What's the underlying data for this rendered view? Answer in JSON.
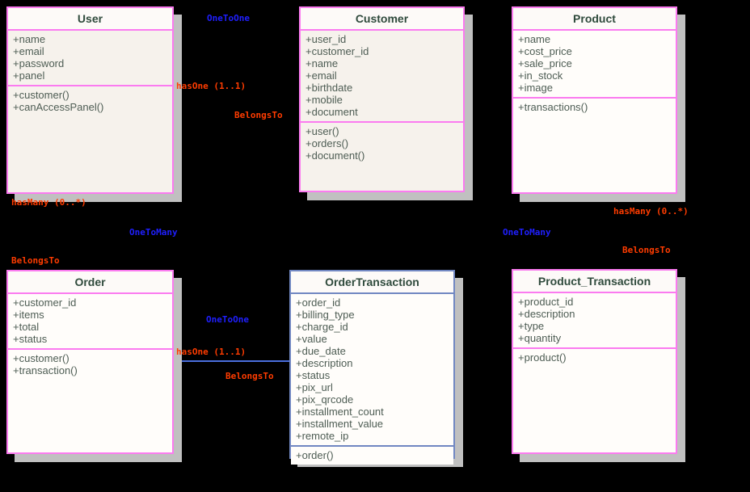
{
  "diagram": {
    "colors": {
      "background": "#000000",
      "pink_border": "#fb7bf0",
      "blue_border": "#7187c2",
      "shadow": "#c0c0c0",
      "title_text": "#2f4a3c",
      "member_text": "#4e5d54",
      "label_blue": "#1f1fff",
      "label_red": "#ff3c00",
      "arrow_blue": "#4a6edd",
      "arrow_black": "#000000"
    },
    "classes": [
      {
        "name": "User",
        "attributes": [
          "+name",
          "+email",
          "+password",
          "+panel"
        ],
        "methods": [
          "+customer()",
          "+canAccessPanel()"
        ]
      },
      {
        "name": "Customer",
        "attributes": [
          "+user_id",
          "+customer_id",
          "+name",
          "+email",
          "+birthdate",
          "+mobile",
          "+document"
        ],
        "methods": [
          "+user()",
          "+orders()",
          "+document()"
        ]
      },
      {
        "name": "Product",
        "attributes": [
          "+name",
          "+cost_price",
          "+sale_price",
          "+in_stock",
          "+image"
        ],
        "methods": [
          "+transactions()"
        ]
      },
      {
        "name": "Order",
        "attributes": [
          "+customer_id",
          "+items",
          "+total",
          "+status"
        ],
        "methods": [
          "+customer()",
          "+transaction()"
        ]
      },
      {
        "name": "OrderTransaction",
        "attributes": [
          "+order_id",
          "+billing_type",
          "+charge_id",
          "+value",
          "+due_date",
          "+description",
          "+status",
          "+pix_url",
          "+pix_qrcode",
          "+installment_count",
          "+installment_value",
          "+remote_ip"
        ],
        "methods": [
          "+order()"
        ]
      },
      {
        "name": "Product_Transaction",
        "attributes": [
          "+product_id",
          "+description",
          "+type",
          "+quantity"
        ],
        "methods": [
          "+product()"
        ]
      }
    ],
    "relationship_labels": [
      {
        "text": "OneToOne"
      },
      {
        "text": "hasOne (1..1)"
      },
      {
        "text": "BelongsTo"
      },
      {
        "text": "hasMany (0..*)"
      },
      {
        "text": "OneToMany"
      },
      {
        "text": "BelongsTo"
      },
      {
        "text": "hasMany (0..*)"
      },
      {
        "text": "OneToMany"
      },
      {
        "text": "BelongsTo"
      },
      {
        "text": "OneToOne"
      },
      {
        "text": "hasOne (1..1)"
      },
      {
        "text": "BelongsTo"
      }
    ]
  }
}
